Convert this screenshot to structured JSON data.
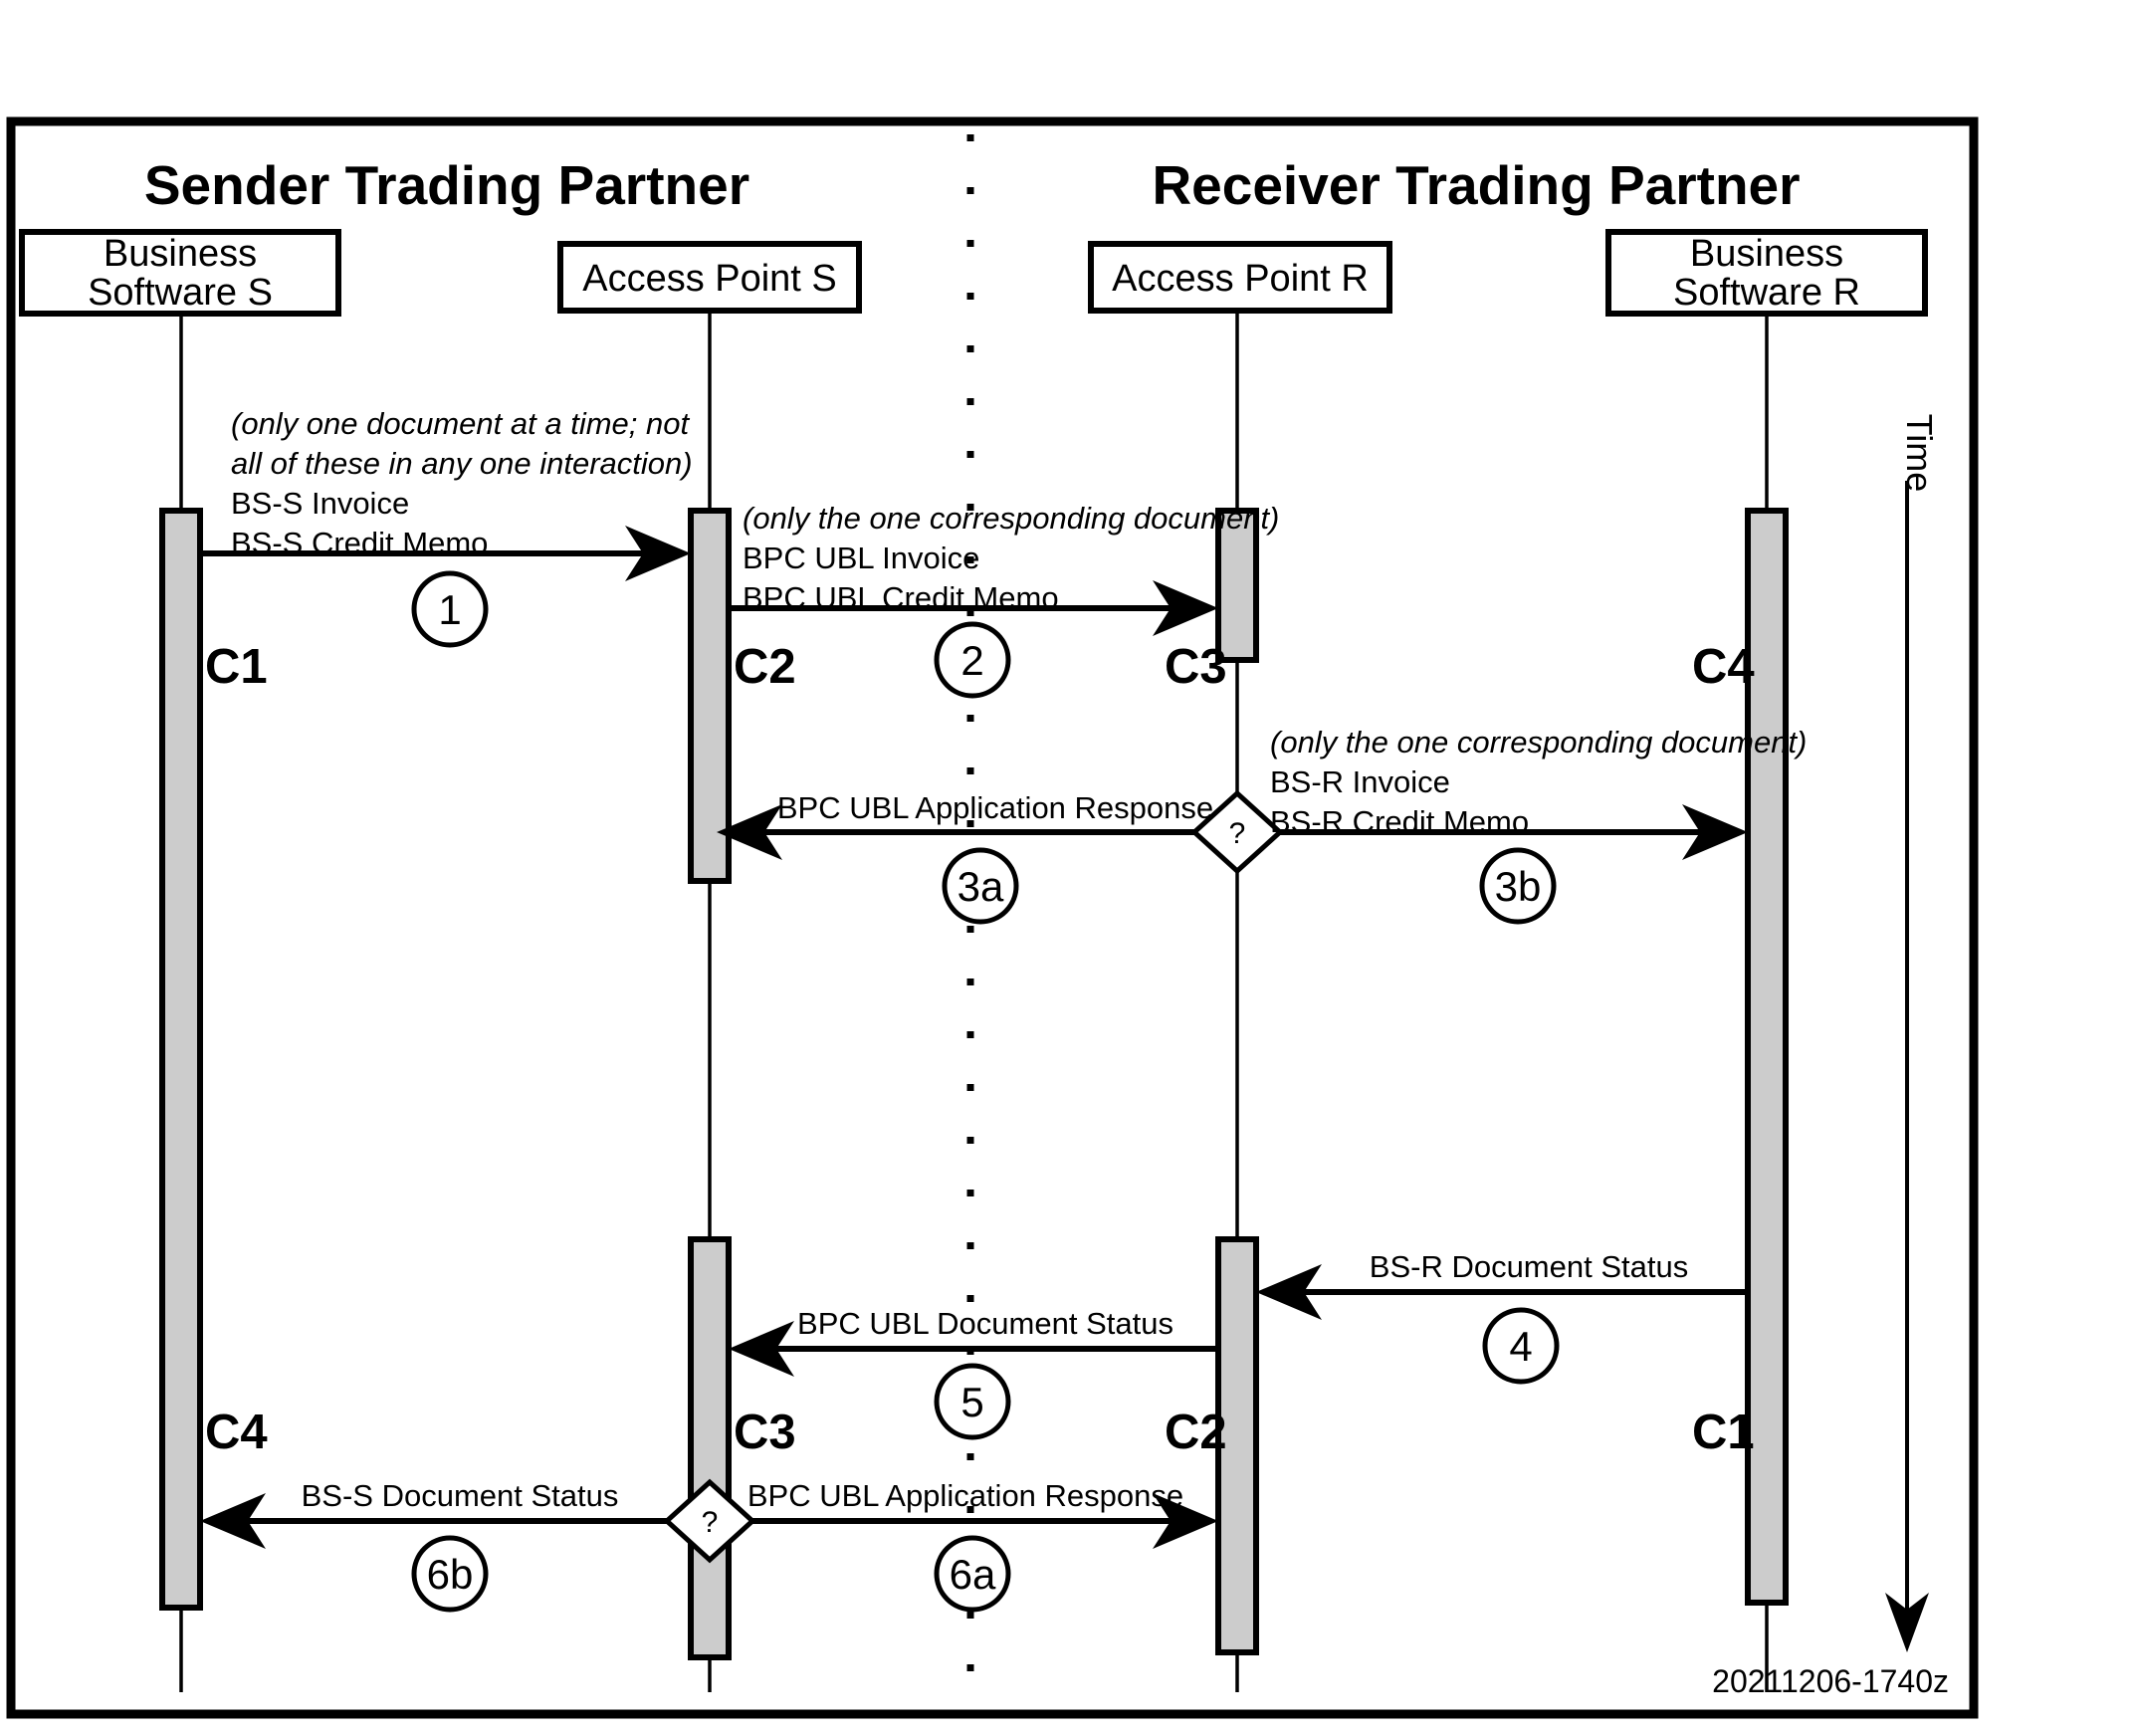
{
  "diagram": {
    "title_left": "Sender Trading Partner",
    "title_right": "Receiver Trading Partner",
    "time_axis_label": "Time",
    "document_stamp": "20211206-1740z",
    "colors": {
      "activation_fill": "#cccccc",
      "stroke": "#000000",
      "background": "#ffffff"
    }
  },
  "actors": [
    {
      "id": "bss",
      "line1": "Business",
      "line2": "Software S",
      "single": ""
    },
    {
      "id": "aps",
      "line1": "Access Point S",
      "line2": "",
      "single": "Access Point S"
    },
    {
      "id": "apr",
      "line1": "Access Point R",
      "line2": "",
      "single": "Access Point R"
    },
    {
      "id": "bsr",
      "line1": "Business",
      "line2": "Software R",
      "single": ""
    }
  ],
  "checkpoints": [
    {
      "id": "cp-bss-top",
      "label": "C1"
    },
    {
      "id": "cp-aps-top",
      "label": "C2"
    },
    {
      "id": "cp-apr-top",
      "label": "C3"
    },
    {
      "id": "cp-bsr-top",
      "label": "C4"
    },
    {
      "id": "cp-aps-bottom",
      "label": "C3"
    },
    {
      "id": "cp-apr-bottom",
      "label": "C2"
    },
    {
      "id": "cp-bsr-bottom",
      "label": "C1"
    },
    {
      "id": "cp-bss-bottom",
      "label": "C4"
    }
  ],
  "notes": [
    {
      "id": "note-step1",
      "lines": [
        {
          "text": "(only one document at a time; not",
          "style": "italic"
        },
        {
          "text": "all of these in any one interaction)",
          "style": "italic"
        },
        {
          "text": "BS-S Invoice",
          "style": "plain"
        },
        {
          "text": "BS-S Credit Memo",
          "style": "plain"
        }
      ]
    },
    {
      "id": "note-step2",
      "lines": [
        {
          "text": "(only the one corresponding document)",
          "style": "italic"
        },
        {
          "text": "BPC UBL Invoice",
          "style": "plain"
        },
        {
          "text": "BPC UBL Credit Memo",
          "style": "plain"
        }
      ]
    },
    {
      "id": "note-step3b",
      "lines": [
        {
          "text": "(only the one corresponding document)",
          "style": "italic"
        },
        {
          "text": "BS-R Invoice",
          "style": "plain"
        },
        {
          "text": "BS-R Credit Memo",
          "style": "plain"
        }
      ]
    }
  ],
  "messages": [
    {
      "id": "msg-1",
      "step": "1",
      "label": ""
    },
    {
      "id": "msg-2",
      "step": "2",
      "label": ""
    },
    {
      "id": "msg-3a",
      "step": "3a",
      "label": "BPC UBL Application Response"
    },
    {
      "id": "msg-3b",
      "step": "3b",
      "label": ""
    },
    {
      "id": "msg-4",
      "step": "4",
      "label": "BS-R Document Status"
    },
    {
      "id": "msg-5",
      "step": "5",
      "label": "BPC UBL Document Status"
    },
    {
      "id": "msg-6a",
      "step": "6a",
      "label": "BPC UBL Application Response"
    },
    {
      "id": "msg-6b",
      "step": "6b",
      "label": "BS-S Document Status"
    }
  ],
  "decision_markers": [
    {
      "id": "decision-apr",
      "glyph": "?"
    },
    {
      "id": "decision-aps",
      "glyph": "?"
    }
  ]
}
